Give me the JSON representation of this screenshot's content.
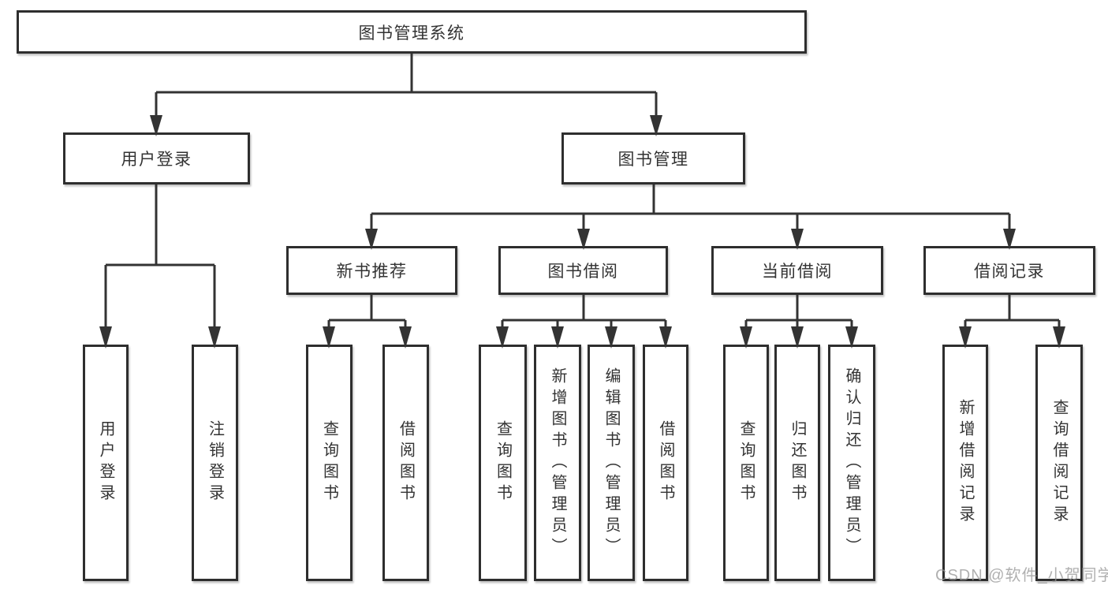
{
  "colors": {
    "box_border": "#2e2e2e",
    "line": "#333333",
    "text": "#333333",
    "watermark": "#969696",
    "background": "#ffffff"
  },
  "tree": {
    "label": "图书管理系统",
    "children": [
      {
        "label": "用户登录",
        "children": [
          {
            "label": "用户登录"
          },
          {
            "label": "注销登录"
          }
        ]
      },
      {
        "label": "图书管理",
        "children": [
          {
            "label": "新书推荐",
            "children": [
              {
                "label": "查询图书"
              },
              {
                "label": "借阅图书"
              }
            ]
          },
          {
            "label": "图书借阅",
            "children": [
              {
                "label": "查询图书"
              },
              {
                "label": "新增图书（管理员）"
              },
              {
                "label": "编辑图书（管理员）"
              },
              {
                "label": "借阅图书"
              }
            ]
          },
          {
            "label": "当前借阅",
            "children": [
              {
                "label": "查询图书"
              },
              {
                "label": "归还图书"
              },
              {
                "label": "确认归还（管理员）"
              }
            ]
          },
          {
            "label": "借阅记录",
            "children": [
              {
                "label": "新增借阅记录"
              },
              {
                "label": "查询借阅记录"
              }
            ]
          }
        ]
      }
    ]
  },
  "watermark": {
    "text": "CSDN @软件_小贺同学"
  }
}
